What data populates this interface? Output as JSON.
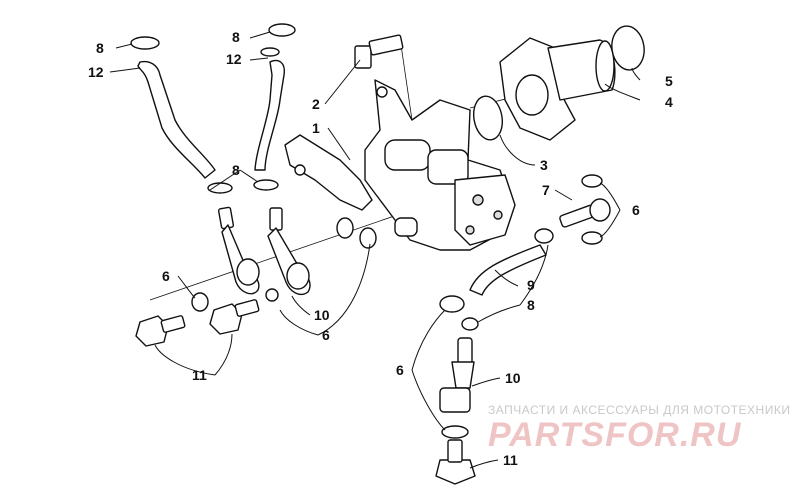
{
  "callouts": {
    "c1": "1",
    "c2": "2",
    "c3": "3",
    "c4": "4",
    "c5": "5",
    "c6a": "6",
    "c6b": "6",
    "c6c": "6",
    "c6d": "6",
    "c7": "7",
    "c8a": "8",
    "c8b": "8",
    "c8c": "8",
    "c8d": "8",
    "c9": "9",
    "c10a": "10",
    "c10b": "10",
    "c11a": "11",
    "c11b": "11",
    "c12a": "12",
    "c12b": "12"
  },
  "watermark": {
    "tagline": "ЗАПЧАСТИ И АКСЕССУАРЫ ДЛЯ МОТОТЕХНИКИ",
    "logo": "PARTSFOR.RU"
  },
  "colors": {
    "line": "#111111",
    "watermark": "#efc4c4"
  }
}
